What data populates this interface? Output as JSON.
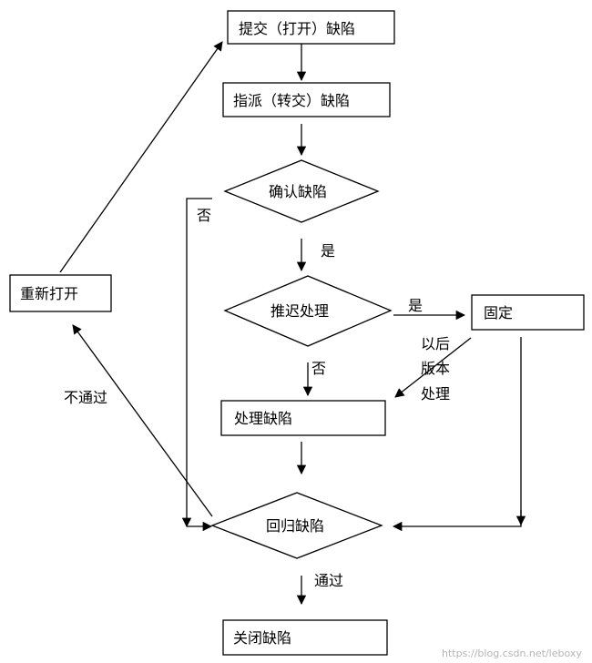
{
  "nodes": {
    "submit": "提交（打开）缺陷",
    "assign": "指派（转交）缺陷",
    "confirm": "确认缺陷",
    "defer": "推迟处理",
    "fixed": "固定",
    "process": "处理缺陷",
    "regress": "回归缺陷",
    "close": "关闭缺陷",
    "reopen": "重新打开"
  },
  "edges": {
    "confirm_no": "否",
    "confirm_yes": "是",
    "defer_yes": "是",
    "defer_no": "否",
    "later_line1": "以后",
    "later_line2": "版本",
    "later_line3": "处理",
    "regress_fail": "不通过",
    "regress_pass": "通过"
  },
  "watermark": "https://blog.csdn.net/leboxy"
}
